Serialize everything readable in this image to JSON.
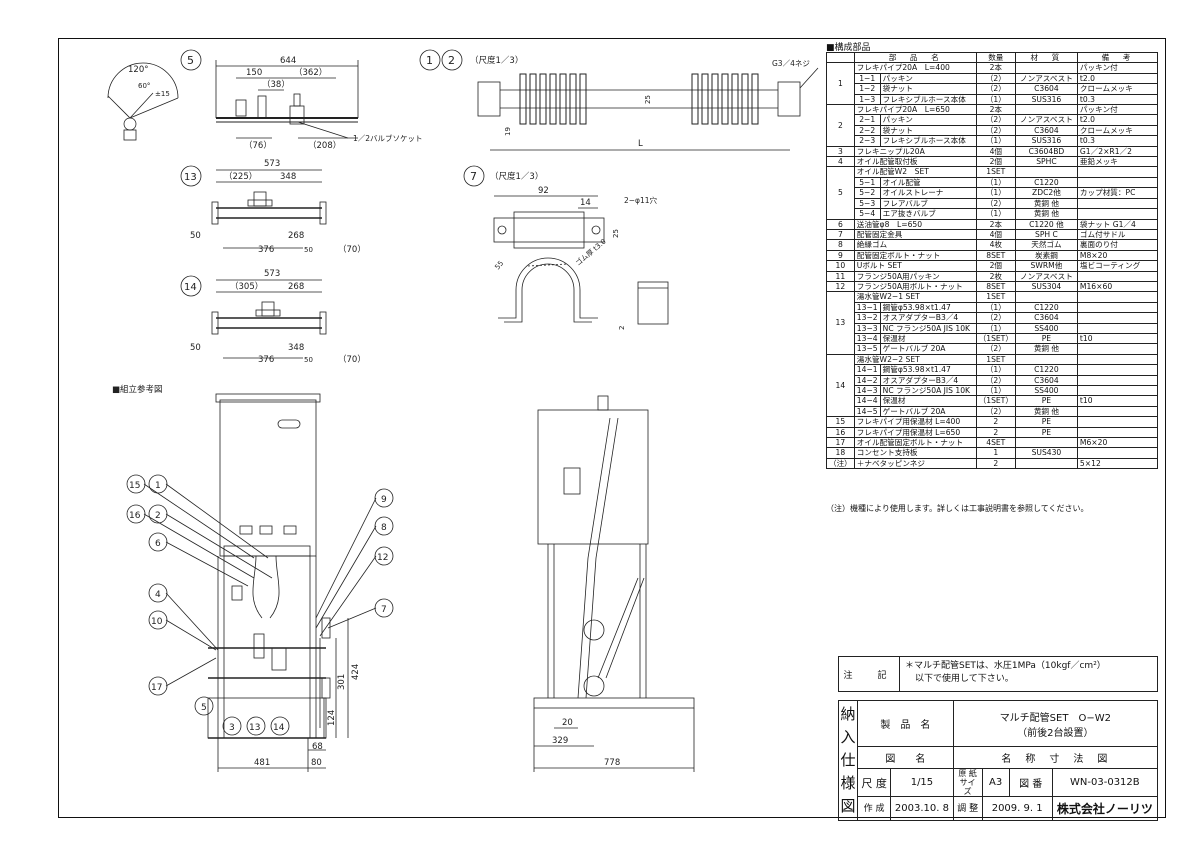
{
  "parts_title": "■構成部品",
  "headers": {
    "no": "",
    "name": "部　品　名",
    "qty": "数量",
    "material": "材　質",
    "remarks": "備　考"
  },
  "parts": [
    {
      "no": "1",
      "rows": [
        {
          "name": "フレキパイプ20A　L=400",
          "qty": "2本",
          "mat": "",
          "rem": "パッキン付"
        },
        {
          "sub": "1−1",
          "name": "パッキン",
          "qty": "（2）",
          "mat": "ノンアスベスト",
          "rem": "t2.0"
        },
        {
          "sub": "1−2",
          "name": "袋ナット",
          "qty": "（2）",
          "mat": "C3604",
          "rem": "クロームメッキ"
        },
        {
          "sub": "1−3",
          "name": "フレキシブルホース本体",
          "qty": "（1）",
          "mat": "SUS316",
          "rem": "t0.3"
        }
      ]
    },
    {
      "no": "2",
      "rows": [
        {
          "name": "フレキパイプ20A　L=650",
          "qty": "2本",
          "mat": "",
          "rem": "パッキン付"
        },
        {
          "sub": "2−1",
          "name": "パッキン",
          "qty": "（2）",
          "mat": "ノンアスベスト",
          "rem": "t2.0"
        },
        {
          "sub": "2−2",
          "name": "袋ナット",
          "qty": "（2）",
          "mat": "C3604",
          "rem": "クロームメッキ"
        },
        {
          "sub": "2−3",
          "name": "フレキシブルホース本体",
          "qty": "（1）",
          "mat": "SUS316",
          "rem": "t0.3"
        }
      ]
    },
    {
      "no": "3",
      "rows": [
        {
          "name": "フレキニップル20A",
          "qty": "4個",
          "mat": "C3604BD",
          "rem": "G1／2×R1／2"
        }
      ]
    },
    {
      "no": "4",
      "rows": [
        {
          "name": "オイル配管取付板",
          "qty": "2個",
          "mat": "SPHC",
          "rem": "亜鉛メッキ"
        }
      ]
    },
    {
      "no": "5",
      "rows": [
        {
          "name": "オイル配管W2　SET",
          "qty": "1SET",
          "mat": "",
          "rem": ""
        },
        {
          "sub": "5−1",
          "name": "オイル配管",
          "qty": "（1）",
          "mat": "C1220",
          "rem": ""
        },
        {
          "sub": "5−2",
          "name": "オイルストレーナ",
          "qty": "（1）",
          "mat": "ZDC2他",
          "rem": "カップ材質：PC"
        },
        {
          "sub": "5−3",
          "name": "フレアバルブ",
          "qty": "（2）",
          "mat": "黄銅 他",
          "rem": ""
        },
        {
          "sub": "5−4",
          "name": "エア抜きバルブ",
          "qty": "（1）",
          "mat": "黄銅 他",
          "rem": ""
        }
      ]
    },
    {
      "no": "6",
      "rows": [
        {
          "name": "送油管φ8　L=650",
          "qty": "2本",
          "mat": "C1220 他",
          "rem": "袋ナット G1／4"
        }
      ]
    },
    {
      "no": "7",
      "rows": [
        {
          "name": "配管固定金具",
          "qty": "4個",
          "mat": "SPH C",
          "rem": "ゴム付サドル"
        }
      ]
    },
    {
      "no": "8",
      "rows": [
        {
          "name": "絶縁ゴム",
          "qty": "4枚",
          "mat": "天然ゴム",
          "rem": "裏面のり付"
        }
      ]
    },
    {
      "no": "9",
      "rows": [
        {
          "name": "配管固定ボルト・ナット",
          "qty": "8SET",
          "mat": "炭素鋼",
          "rem": "M8×20"
        }
      ]
    },
    {
      "no": "10",
      "rows": [
        {
          "name": "Uボルト SET",
          "qty": "2個",
          "mat": "SWRM他",
          "rem": "塩ビコーティング"
        }
      ]
    },
    {
      "no": "11",
      "rows": [
        {
          "name": "フランジ50A用パッキン",
          "qty": "2枚",
          "mat": "ノンアスベスト",
          "rem": ""
        }
      ]
    },
    {
      "no": "12",
      "rows": [
        {
          "name": "フランジ50A用ボルト・ナット",
          "qty": "8SET",
          "mat": "SUS304",
          "rem": "M16×60"
        }
      ]
    },
    {
      "no": "13",
      "rows": [
        {
          "name": "湯水管W2−1 SET",
          "qty": "1SET",
          "mat": "",
          "rem": ""
        },
        {
          "sub": "13−1",
          "name": "鋼管φ53.98×t1.47",
          "qty": "（1）",
          "mat": "C1220",
          "rem": ""
        },
        {
          "sub": "13−2",
          "name": "オスアダプターB3／4",
          "qty": "（2）",
          "mat": "C3604",
          "rem": ""
        },
        {
          "sub": "13−3",
          "name": "NC フランジ50A JIS 10K",
          "qty": "（1）",
          "mat": "SS400",
          "rem": ""
        },
        {
          "sub": "13−4",
          "name": "保温材",
          "qty": "（1SET）",
          "mat": "PE",
          "rem": "t10"
        },
        {
          "sub": "13−5",
          "name": "ゲートバルブ 20A",
          "qty": "（2）",
          "mat": "黄銅 他",
          "rem": ""
        }
      ]
    },
    {
      "no": "14",
      "rows": [
        {
          "name": "湯水管W2−2 SET",
          "qty": "1SET",
          "mat": "",
          "rem": ""
        },
        {
          "sub": "14−1",
          "name": "鋼管φ53.98×t1.47",
          "qty": "（1）",
          "mat": "C1220",
          "rem": ""
        },
        {
          "sub": "14−2",
          "name": "オスアダプターB3／4",
          "qty": "（2）",
          "mat": "C3604",
          "rem": ""
        },
        {
          "sub": "14−3",
          "name": "NC フランジ50A JIS 10K",
          "qty": "（1）",
          "mat": "SS400",
          "rem": ""
        },
        {
          "sub": "14−4",
          "name": "保温材",
          "qty": "（1SET）",
          "mat": "PE",
          "rem": "t10"
        },
        {
          "sub": "14−5",
          "name": "ゲートバルブ 20A",
          "qty": "（2）",
          "mat": "黄銅 他",
          "rem": ""
        }
      ]
    },
    {
      "no": "15",
      "rows": [
        {
          "name": "フレキパイプ用保温材 L=400",
          "qty": "2",
          "mat": "PE",
          "rem": ""
        }
      ]
    },
    {
      "no": "16",
      "rows": [
        {
          "name": "フレキパイプ用保温材 L=650",
          "qty": "2",
          "mat": "PE",
          "rem": ""
        }
      ]
    },
    {
      "no": "17",
      "rows": [
        {
          "name": "オイル配管固定ボルト・ナット",
          "qty": "4SET",
          "mat": "",
          "rem": "M6×20"
        }
      ]
    },
    {
      "no": "18",
      "rows": [
        {
          "name": "コンセント支持板",
          "qty": "1",
          "mat": "SUS430",
          "rem": ""
        }
      ]
    },
    {
      "no": "（注）",
      "rows": [
        {
          "name": "＋ナベタッピンネジ",
          "qty": "2",
          "mat": "",
          "rem": "5×12"
        }
      ]
    }
  ],
  "parts_note": "（注）機種により使用します。詳しくは工事説明書を参照してください。",
  "chuki": {
    "label": "注　記",
    "text1": "＊マルチ配管SETは、水圧1MPa（10kgf／cm²）",
    "text2": "以下で使用して下さい。"
  },
  "title_block": {
    "nounyu": "納入仕様図",
    "nounyu_chars": [
      "納",
      "入",
      "仕",
      "様",
      "図"
    ],
    "product_label": "製　品　名",
    "product_line1": "マルチ配管SET　O−W2",
    "product_line2": "（前後2台設置）",
    "zumei_label": "図　　名",
    "zumei": "名　称　寸　法　図",
    "scale_label": "尺 度",
    "scale": "1/15",
    "paper_label": "原 紙 サイズ",
    "paper": "A3",
    "zuban_label": "図 番",
    "zuban": "WN-03-0312B",
    "made_label": "作 成",
    "made_date": "2003.10. 8",
    "check_label": "調 整",
    "check_date": "2009. 9. 1",
    "company": "株式会社ノーリツ"
  },
  "views": {
    "v5": "5",
    "v12_a": "1",
    "v12_b": "2",
    "v12_scale": "（尺度1／3）",
    "v7": "7",
    "v7_scale": "（尺度1／3）",
    "v13": "13",
    "v14": "14",
    "assembly": "■組立参考図",
    "d644": "644",
    "d150": "150",
    "d362": "（362）",
    "d38": "（38）",
    "d76": "（76）",
    "d208": "（208）",
    "socket": "1／2バルブソケット",
    "a120": "120°",
    "a60": "60°",
    "a15": "±15",
    "g34": "G3／4ネジ",
    "d25": "25",
    "d19": "19",
    "dL": "L",
    "d92": "92",
    "d14": "14",
    "d2_11": "2−φ11穴",
    "d25b": "25",
    "d55": "55",
    "rubber": "ゴム厚 t3.0",
    "d2": "2",
    "d573a": "573",
    "d225": "（225）",
    "d348a": "348",
    "d50a": "50",
    "d268a": "268",
    "d376a": "376",
    "d50b": "50",
    "d70a": "（70）",
    "d573b": "573",
    "d305": "（305）",
    "d268b": "268",
    "d50c": "50",
    "d348b": "348",
    "d376b": "376",
    "d50d": "50",
    "d70b": "（70）",
    "d424": "424",
    "d301": "301",
    "d124": "124",
    "d68": "68",
    "d481": "481",
    "d80": "80",
    "d20": "20",
    "d329": "329",
    "d778": "778",
    "c15": "15",
    "c1": "1",
    "c16": "16",
    "c2": "2",
    "c6": "6",
    "c4": "4",
    "c10": "10",
    "c17": "17",
    "c5": "5",
    "c3": "3",
    "c13": "13",
    "c14": "14",
    "c9": "9",
    "c8": "8",
    "c12": "12",
    "c7": "7"
  }
}
